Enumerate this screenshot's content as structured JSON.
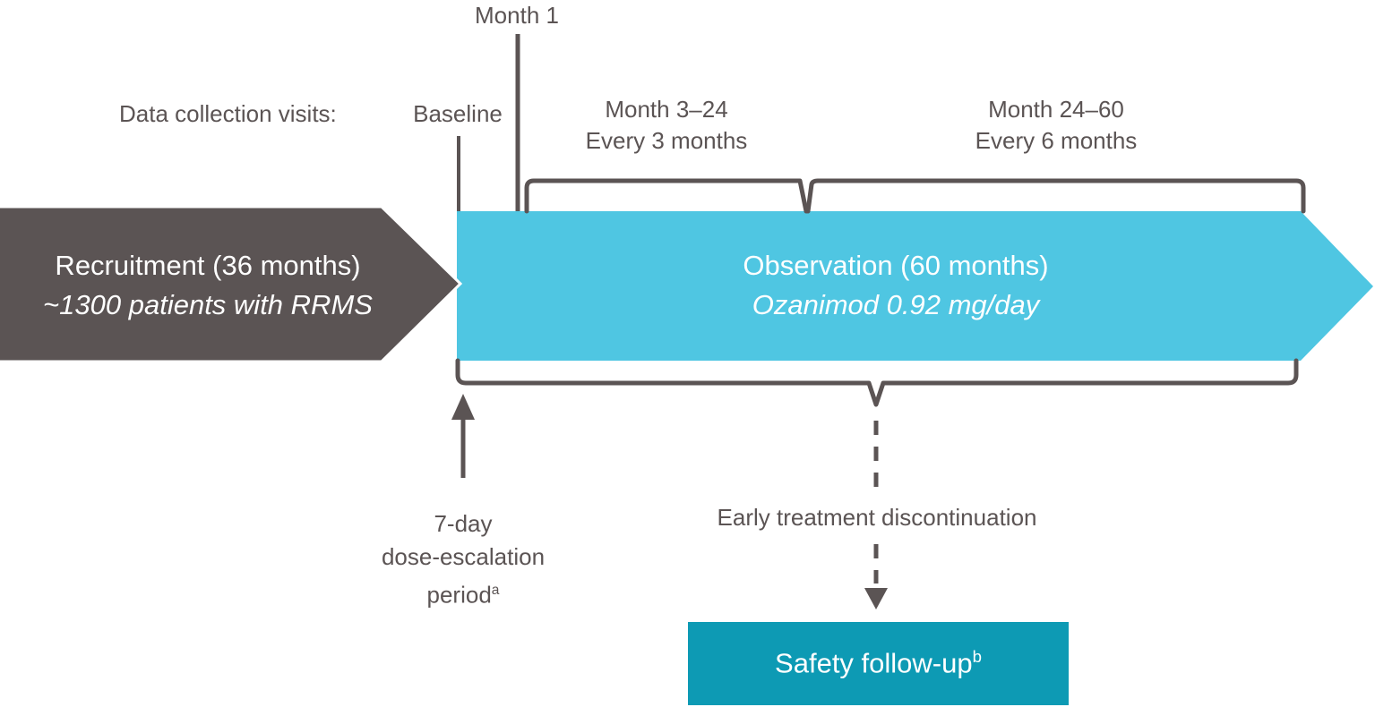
{
  "colors": {
    "dark_gray": "#5b5454",
    "light_blue": "#4fc6e2",
    "teal": "#0d9ab4",
    "text_white": "#ffffff"
  },
  "top_labels": {
    "month1": "Month 1",
    "data_collection": "Data collection visits:",
    "baseline": "Baseline",
    "interval1_line1": "Month 3–24",
    "interval1_line2": "Every 3 months",
    "interval2_line1": "Month 24–60",
    "interval2_line2": "Every 6 months"
  },
  "recruitment_arrow": {
    "line1": "Recruitment (36 months)",
    "line2": "~1300 patients with RRMS"
  },
  "observation_arrow": {
    "line1": "Observation (60 months)",
    "line2": "Ozanimod 0.92 mg/day"
  },
  "annotations": {
    "dose_escalation_line1": "7-day",
    "dose_escalation_line2": "dose-escalation",
    "dose_escalation_line3": "period",
    "dose_escalation_sup": "a",
    "early_discontinuation": "Early treatment discontinuation",
    "safety_followup": "Safety follow-up",
    "safety_followup_sup": "b"
  }
}
